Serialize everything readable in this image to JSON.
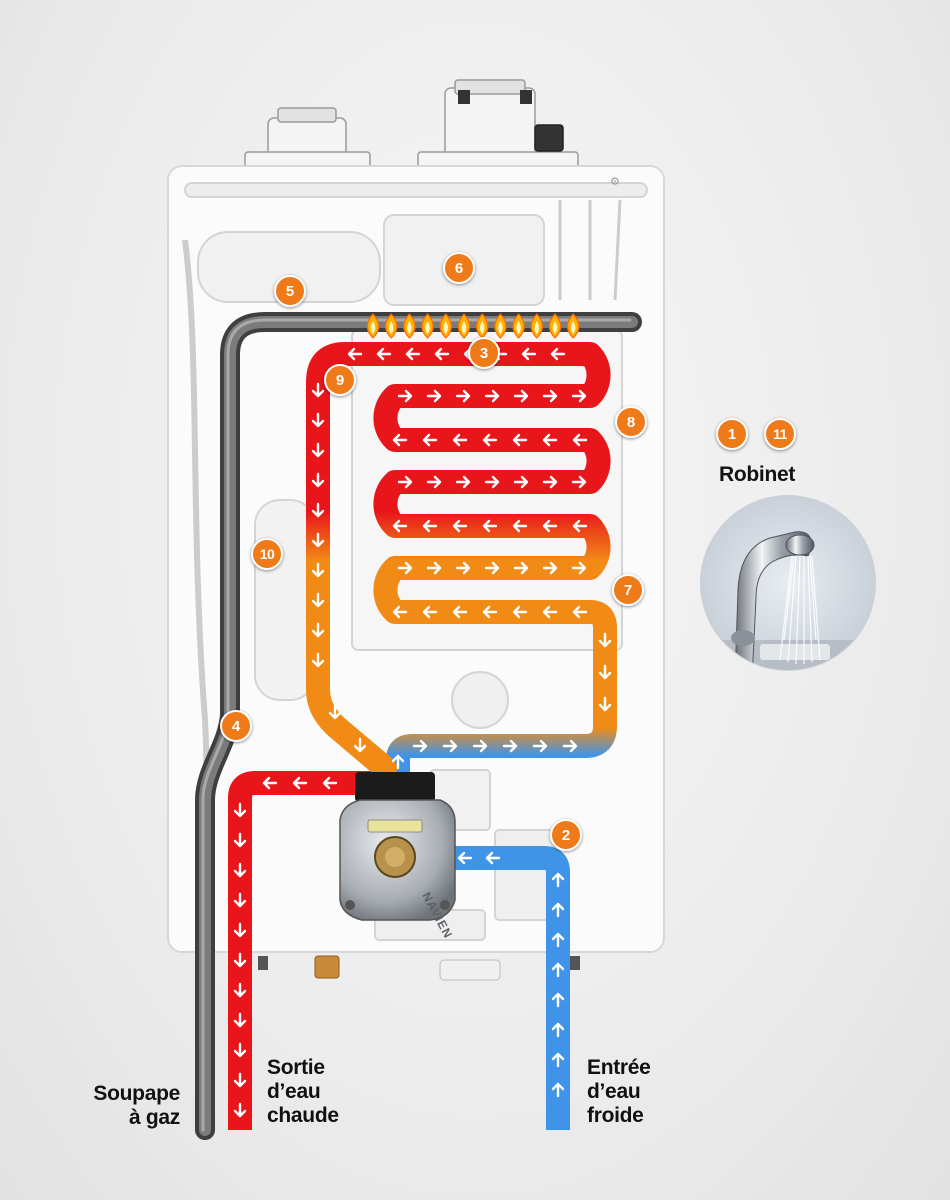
{
  "labels": {
    "robinet": "Robinet",
    "gas_valve": [
      "Soupape",
      "à gaz"
    ],
    "hot_out": [
      "Sortie",
      "d’eau",
      "chaude"
    ],
    "cold_in": [
      "Entrée",
      "d’eau",
      "froide"
    ]
  },
  "badges": {
    "b1": "1",
    "b2": "2",
    "b3": "3",
    "b4": "4",
    "b5": "5",
    "b6": "6",
    "b7": "7",
    "b8": "8",
    "b9": "9",
    "b10": "10",
    "b11": "11"
  },
  "valve_brand": "NAVIEN",
  "colors": {
    "hot": "#e8161b",
    "warm": "#f28b16",
    "cold": "#3f94e8",
    "gas": "#6e6e6e",
    "badge": "#ee7a1a"
  }
}
